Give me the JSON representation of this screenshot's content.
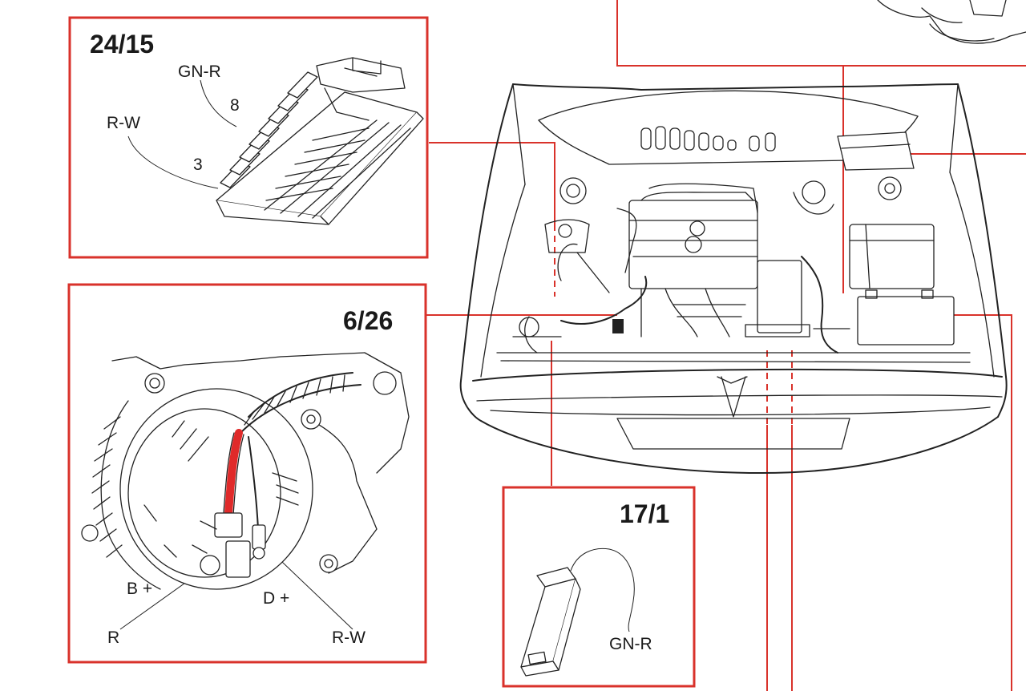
{
  "colors": {
    "frame": "#d9322b",
    "ink": "#222222",
    "wire_highlight": "#e02a2a"
  },
  "inset_24_15": {
    "ref": "24/15",
    "wire_top": "GN-R",
    "pin_top": "8",
    "wire_left": "R-W",
    "pin_left": "3"
  },
  "inset_6_26": {
    "ref": "6/26",
    "terminal_b": "B +",
    "terminal_d": "D +",
    "wire_r": "R",
    "wire_rw": "R-W"
  },
  "inset_17_1": {
    "ref": "17/1",
    "wire": "GN-R"
  }
}
